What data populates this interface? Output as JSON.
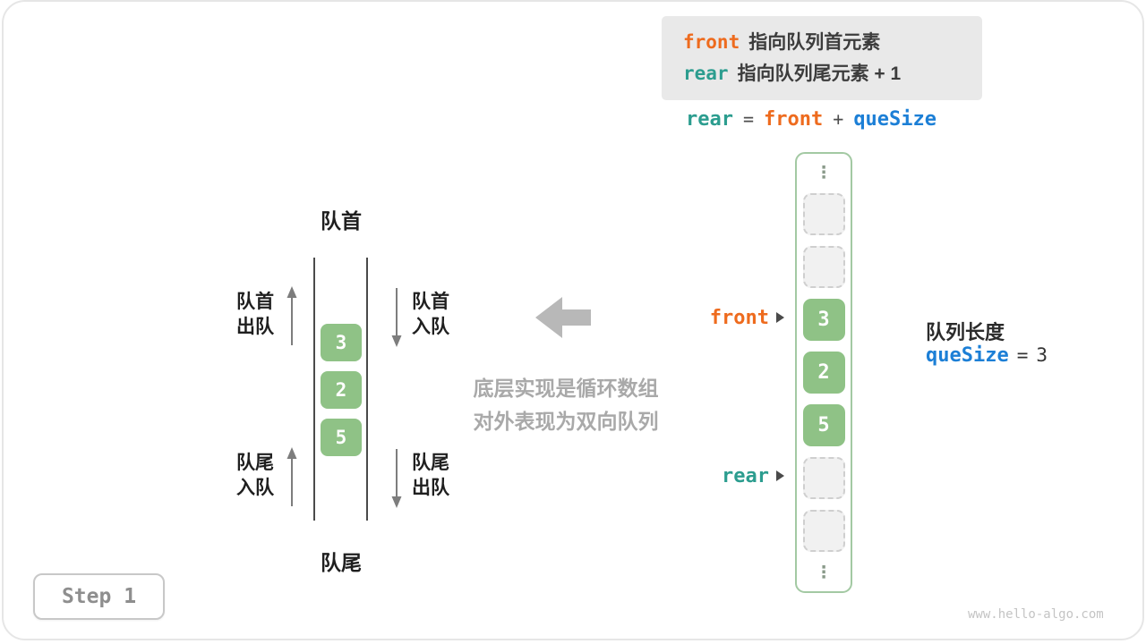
{
  "legend": {
    "line1": {
      "keyword": "front",
      "text": "指向队列首元素"
    },
    "line2": {
      "keyword": "rear",
      "text": "指向队列尾元素 + 1"
    }
  },
  "formula": {
    "lhs": "rear",
    "eq": "=",
    "mid": "front",
    "plus": "+",
    "rhs": "queSize"
  },
  "queue": {
    "top_label": "队首",
    "bottom_label": "队尾",
    "values": [
      "3",
      "2",
      "5"
    ],
    "labels": {
      "left_top": "队首\n出队",
      "left_bottom": "队尾\n入队",
      "right_top": "队首\n入队",
      "right_bottom": "队尾\n出队"
    }
  },
  "caption": {
    "line1": "底层实现是循环数组",
    "line2": "对外表现为双向队列"
  },
  "array": {
    "ellipsis": "⋮",
    "values": [
      "3",
      "2",
      "5"
    ],
    "pointers": {
      "front": "front",
      "rear": "rear"
    }
  },
  "side_info": {
    "title": "队列长度",
    "variable": "queSize",
    "eq": "=",
    "value": "3"
  },
  "step_box": {
    "label": "Step 1"
  },
  "watermark": "www.hello-algo.com",
  "colors": {
    "front_orange": "#ee6b1e",
    "rear_teal": "#2c9d8f",
    "quesize_blue": "#1c7fd6",
    "cell_green": "#8fc286",
    "caption_gray": "#a9a9a9"
  }
}
